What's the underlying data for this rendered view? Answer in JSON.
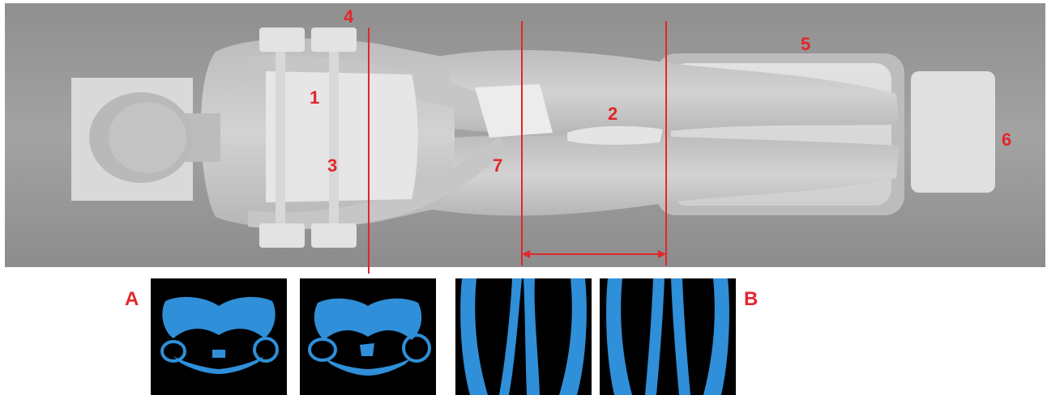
{
  "figure": {
    "number_labels": [
      "1",
      "2",
      "3",
      "4",
      "5",
      "6",
      "7"
    ],
    "panel_labels": [
      "A",
      "B"
    ],
    "colors": {
      "annotation": "#e3262b",
      "mask_fill": "#2f8fd8",
      "mask_background": "#000000",
      "scene_background": "#9a9a9a",
      "model_surface": "#c8c8c8"
    }
  }
}
